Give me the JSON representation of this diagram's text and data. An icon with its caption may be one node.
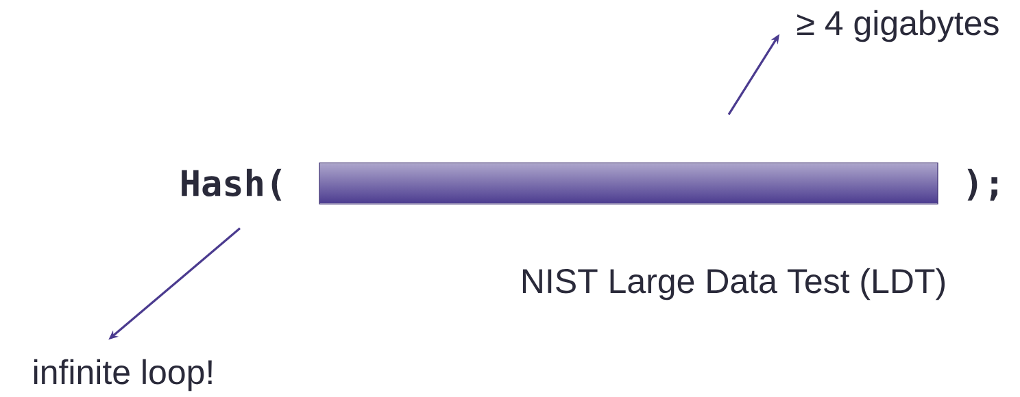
{
  "diagram": {
    "nodes": [
      {
        "text": [
          "Hash("
        ]
      },
      {
        "text": [],
        "shape": "bar"
      },
      {
        "text": [
          "≥ 4 gigabytes"
        ]
      },
      {
        "text": [
          "infinite loop!"
        ]
      }
    ],
    "edges": [
      {
        "from": 1,
        "to": 2,
        "arrow": "to"
      },
      {
        "from": 0,
        "to": 3,
        "arrow": "to"
      }
    ],
    "labels": [
      ");",
      "NIST Large Data Test (LDT)"
    ]
  }
}
